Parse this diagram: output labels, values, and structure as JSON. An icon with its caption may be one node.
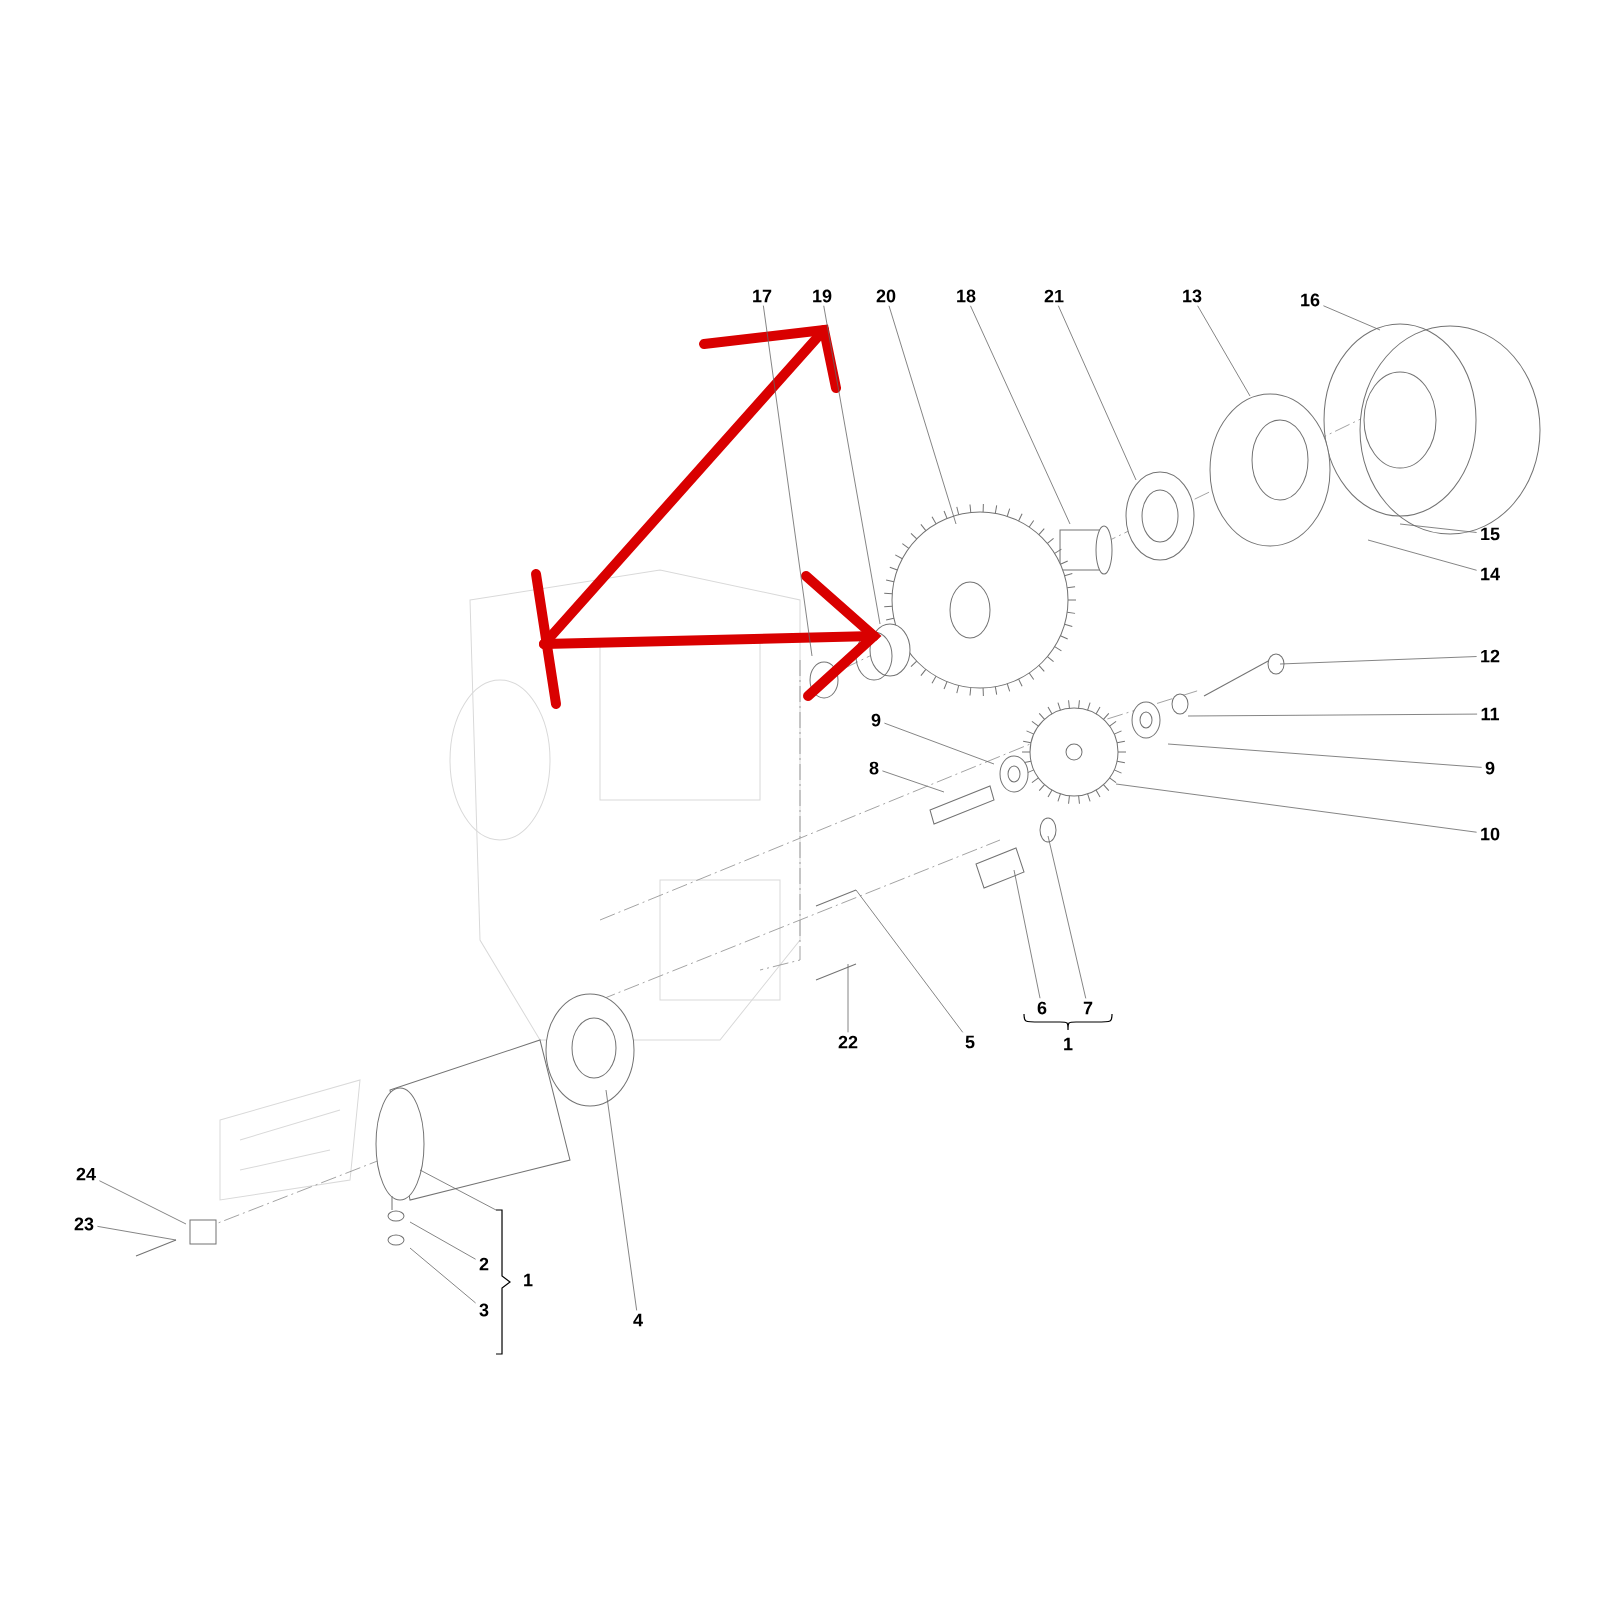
{
  "diagram": {
    "nodes": [
      {
        "text": [
          "17"
        ]
      },
      {
        "text": [
          "19"
        ]
      },
      {
        "text": [
          "20"
        ]
      },
      {
        "text": [
          "18"
        ]
      },
      {
        "text": [
          "21"
        ]
      },
      {
        "text": [
          "13"
        ]
      },
      {
        "text": [
          "16"
        ]
      },
      {
        "text": [
          "15"
        ]
      },
      {
        "text": [
          "14"
        ]
      },
      {
        "text": [
          "12"
        ]
      },
      {
        "text": [
          "11"
        ]
      },
      {
        "text": [
          "9"
        ]
      },
      {
        "text": [
          "9"
        ]
      },
      {
        "text": [
          "8"
        ]
      },
      {
        "text": [
          "10"
        ]
      },
      {
        "text": [
          "5"
        ]
      },
      {
        "text": [
          "22"
        ]
      },
      {
        "text": [
          "6"
        ]
      },
      {
        "text": [
          "7"
        ]
      },
      {
        "text": [
          "24"
        ]
      },
      {
        "text": [
          "23"
        ]
      },
      {
        "text": [
          "2"
        ]
      },
      {
        "text": [
          "3"
        ]
      },
      {
        "text": [
          "4"
        ]
      }
    ],
    "edges": [
      {
        "from": 0,
        "to": null,
        "arrow": "none"
      },
      {
        "from": 1,
        "to": null,
        "arrow": "none"
      },
      {
        "from": 2,
        "to": null,
        "arrow": "none"
      },
      {
        "from": 3,
        "to": null,
        "arrow": "none"
      },
      {
        "from": 4,
        "to": null,
        "arrow": "none"
      },
      {
        "from": 5,
        "to": null,
        "arrow": "none"
      },
      {
        "from": 6,
        "to": null,
        "arrow": "none"
      },
      {
        "from": 7,
        "to": null,
        "arrow": "none"
      },
      {
        "from": 8,
        "to": null,
        "arrow": "none"
      },
      {
        "from": 9,
        "to": null,
        "arrow": "none"
      },
      {
        "from": 10,
        "to": null,
        "arrow": "none"
      },
      {
        "from": 11,
        "to": null,
        "arrow": "none"
      },
      {
        "from": 12,
        "to": null,
        "arrow": "none"
      },
      {
        "from": 13,
        "to": null,
        "arrow": "none"
      },
      {
        "from": 14,
        "to": null,
        "arrow": "none"
      },
      {
        "from": 15,
        "to": null,
        "arrow": "none"
      },
      {
        "from": 16,
        "to": null,
        "arrow": "none"
      },
      {
        "from": 17,
        "to": null,
        "arrow": "none"
      },
      {
        "from": 18,
        "to": null,
        "arrow": "none"
      },
      {
        "from": 19,
        "to": null,
        "arrow": "none"
      },
      {
        "from": 20,
        "to": null,
        "arrow": "none"
      },
      {
        "from": 21,
        "to": null,
        "arrow": "none"
      },
      {
        "from": 22,
        "to": null,
        "arrow": "none"
      },
      {
        "from": 23,
        "to": null,
        "arrow": "none"
      }
    ],
    "labels": [
      "1",
      "1"
    ]
  }
}
